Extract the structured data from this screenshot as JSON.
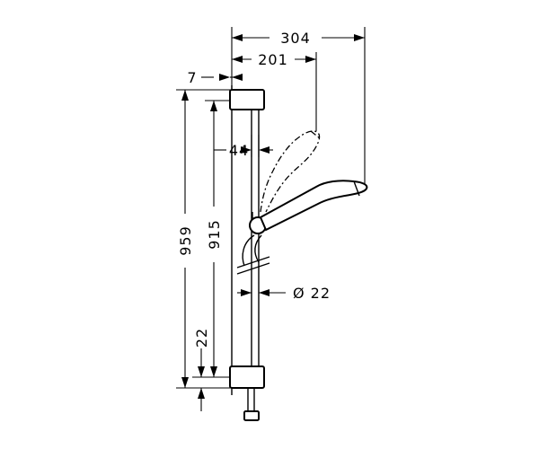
{
  "dimensions": {
    "overall_reach": "304",
    "handshower_reach": "201",
    "wall_offset": "7",
    "rail_width": "44",
    "overall_height": "959",
    "bracket_spacing": "915",
    "bottom_offset": "22",
    "rail_diameter": "Ø 22"
  }
}
